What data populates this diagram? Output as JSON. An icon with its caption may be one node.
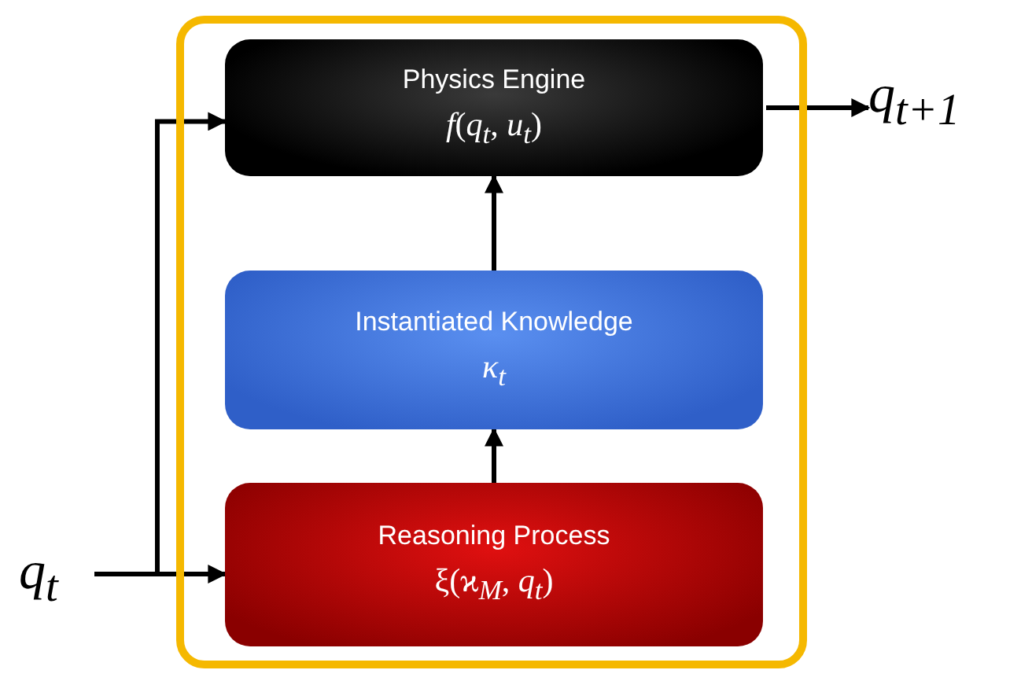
{
  "diagram": {
    "nodes": [
      {
        "text": [],
        "shape": "box"
      },
      {
        "text": [
          "Physics Engine",
          "*f*(*q*$_{t}$, *u*$_{t}$)"
        ],
        "in": 0
      },
      {
        "text": [
          "Instantiated Knowledge",
          "κ$_{t}$"
        ],
        "in": 0
      },
      {
        "text": [
          "Reasoning Process",
          "ξ(ϰ$_{M}$, *q*$_{t}$)"
        ],
        "in": 0
      },
      {
        "text": [
          "q$_{t}$"
        ]
      },
      {
        "text": [
          "q$_{t+1}$"
        ]
      }
    ],
    "edges": [
      {
        "from": 4,
        "to": 1,
        "arrow": "to"
      },
      {
        "from": 4,
        "to": 3,
        "arrow": "to"
      },
      {
        "from": 1,
        "to": 5,
        "arrow": "to"
      },
      {
        "from": 3,
        "to": 2,
        "arrow": "to"
      },
      {
        "from": 2,
        "to": 1,
        "arrow": "to"
      }
    ]
  }
}
